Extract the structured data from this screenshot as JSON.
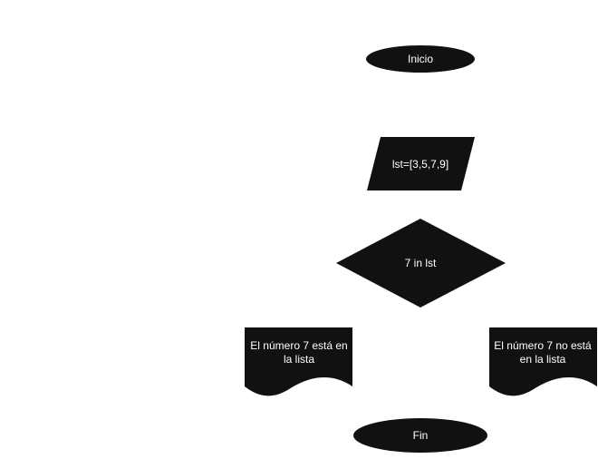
{
  "diagram": {
    "nodes": {
      "start": {
        "label": "Inicio",
        "shape": "terminator"
      },
      "input": {
        "label": "lst=[3,5,7,9]",
        "shape": "data-parallelogram"
      },
      "decision": {
        "label": "7 in lst",
        "shape": "decision-diamond"
      },
      "output_yes": {
        "label_line1": "El número 7 está en",
        "label_line2": "la lista",
        "shape": "document"
      },
      "output_no": {
        "label_line1": "El número 7 no está",
        "label_line2": "en la lista",
        "shape": "document"
      },
      "end": {
        "label": "Fin",
        "shape": "terminator"
      }
    },
    "colors": {
      "shape_fill": "#111111",
      "text": "#ffffff",
      "background": "#ffffff"
    }
  }
}
